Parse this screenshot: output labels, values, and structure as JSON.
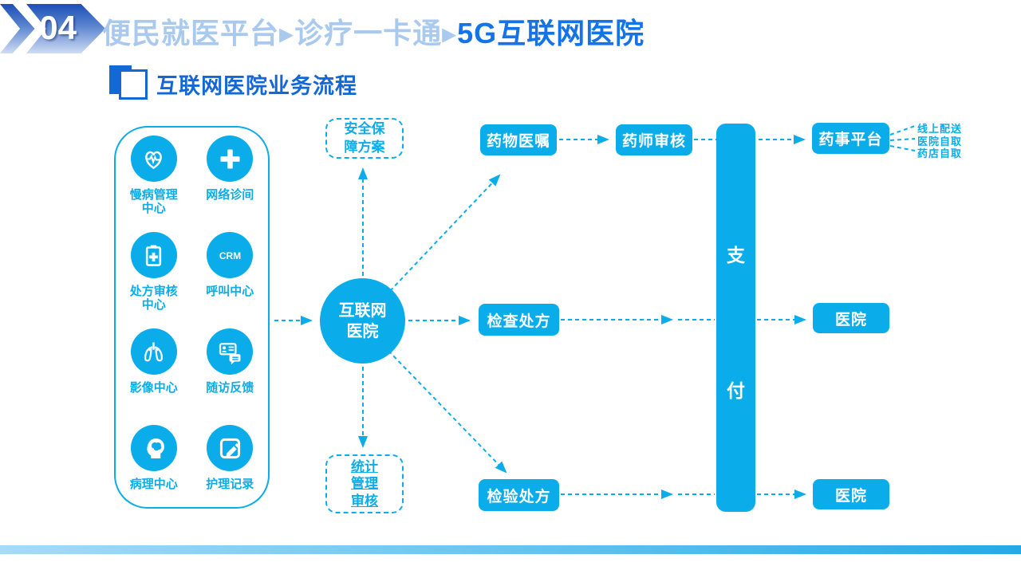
{
  "slide": {
    "badge_number": "04",
    "title_light": "便民就医平台▸诊疗一卡通▸",
    "title_strong": "5G互联网医院",
    "section_heading": "互联网医院业务流程"
  },
  "colors": {
    "diagram_cyan": "#0aade9",
    "title_light_blue": "#a9caee",
    "title_strong_blue": "#1473e6",
    "heading_blue": "#1368d6",
    "badge_gradient_top": "#1c4fb6",
    "badge_gradient_bottom": "#cfdcf2"
  },
  "panel": {
    "items": [
      {
        "label": "慢病管理\n中心",
        "icon": "heart-pulse-icon"
      },
      {
        "label": "网络诊间",
        "icon": "medical-cross-icon"
      },
      {
        "label": "处方审核\n中心",
        "icon": "clipboard-icon",
        "icon_text": ""
      },
      {
        "label": "呼叫中心",
        "icon": "crm-icon",
        "icon_text": "CRM"
      },
      {
        "label": "影像中心",
        "icon": "lungs-icon"
      },
      {
        "label": "随访反馈",
        "icon": "feedback-card-icon"
      },
      {
        "label": "病理中心",
        "icon": "brain-head-icon"
      },
      {
        "label": "护理记录",
        "icon": "edit-pencil-icon"
      }
    ]
  },
  "diagram": {
    "hub_label": "互联网\n医院",
    "security_box": "安全保\n障方案",
    "stat_box": [
      "统计",
      "管理",
      "审核"
    ],
    "drug_order": "药物医嘱",
    "pharmacist_review": "药师审核",
    "pharmacy_platform": "药事平台",
    "exam_prescription": "检查处方",
    "lab_prescription": "检验处方",
    "hospital_1": "医院",
    "hospital_2": "医院",
    "payment": [
      "支",
      "付"
    ],
    "pickup_labels": [
      "线上配送",
      "医院自取",
      "药店自取"
    ]
  }
}
